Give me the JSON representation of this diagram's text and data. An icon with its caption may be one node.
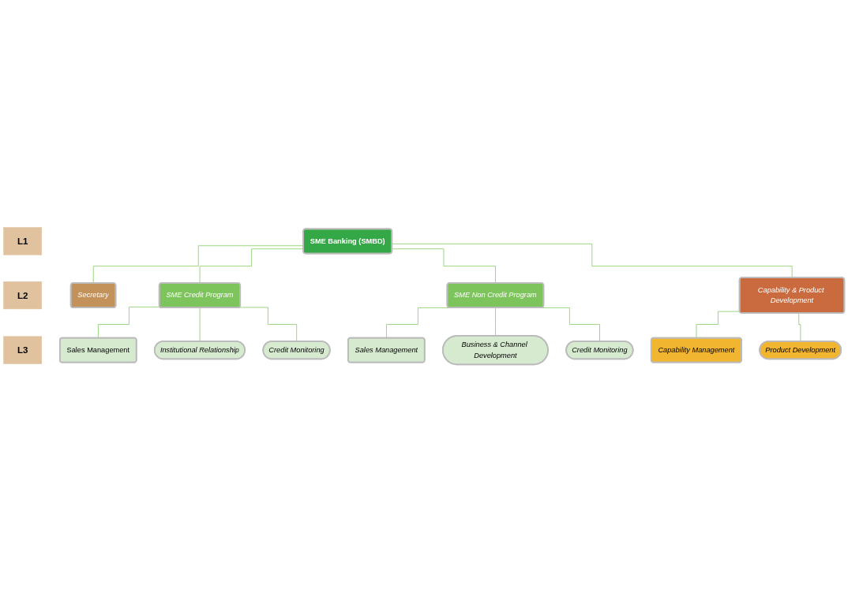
{
  "diagram": {
    "nodes": [
      {
        "text": [
          "L1"
        ]
      },
      {
        "text": [
          "L2"
        ]
      },
      {
        "text": [
          "L3"
        ]
      },
      {
        "text": [
          "SME Banking (SMBD)"
        ]
      },
      {
        "text": [
          "Secretary"
        ]
      },
      {
        "text": [
          "SME Credit Program"
        ]
      },
      {
        "text": [
          "SME Non Credit Program"
        ]
      },
      {
        "text": [
          "Capability & Product Development"
        ]
      },
      {
        "text": [
          "Sales Management"
        ]
      },
      {
        "text": [
          "Institutional Relationship"
        ]
      },
      {
        "text": [
          "Credit Monitoring"
        ]
      },
      {
        "text": [
          "Sales Management"
        ]
      },
      {
        "text": [
          "Business & Channel Development"
        ]
      },
      {
        "text": [
          "Credit Monitoring"
        ]
      },
      {
        "text": [
          "Capability Management"
        ]
      },
      {
        "text": [
          "Product Development"
        ]
      }
    ],
    "edges": [
      {
        "from": 3,
        "to": 4,
        "arrow": "none"
      },
      {
        "from": 3,
        "to": 5,
        "arrow": "none"
      },
      {
        "from": 3,
        "to": 6,
        "arrow": "none"
      },
      {
        "from": 3,
        "to": 7,
        "arrow": "none"
      },
      {
        "from": 5,
        "to": 8,
        "arrow": "none"
      },
      {
        "from": 5,
        "to": 9,
        "arrow": "none"
      },
      {
        "from": 5,
        "to": 10,
        "arrow": "none"
      },
      {
        "from": 6,
        "to": 11,
        "arrow": "none"
      },
      {
        "from": 6,
        "to": 12,
        "arrow": "none"
      },
      {
        "from": 6,
        "to": 13,
        "arrow": "none"
      },
      {
        "from": 7,
        "to": 14,
        "arrow": "none"
      },
      {
        "from": 7,
        "to": 15,
        "arrow": "none"
      }
    ]
  }
}
